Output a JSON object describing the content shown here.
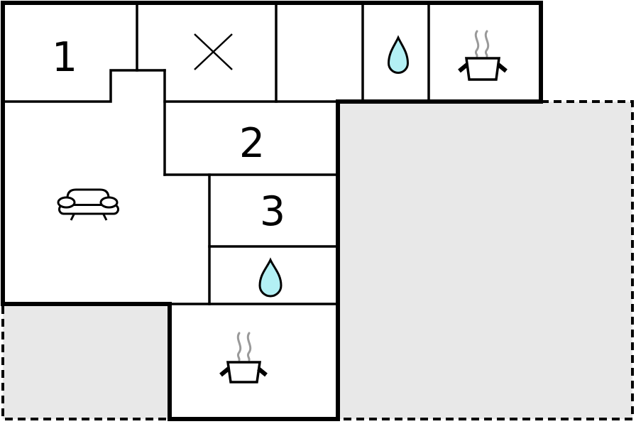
{
  "floor_plan": {
    "rooms": [
      {
        "label": "1"
      },
      {
        "label": "2"
      },
      {
        "label": "3"
      }
    ],
    "icons": {
      "x_marker": "x-marker",
      "water_drop": "water-drop",
      "cooking_pot": "cooking-pot",
      "steam": "steam-lines",
      "sofa": "sofa"
    },
    "colors": {
      "wall": "#000000",
      "room_fill": "#ffffff",
      "terrace_fill": "#e8e8e8",
      "drop_fill": "#b3f0f4",
      "steam": "#9a9a9a"
    }
  }
}
